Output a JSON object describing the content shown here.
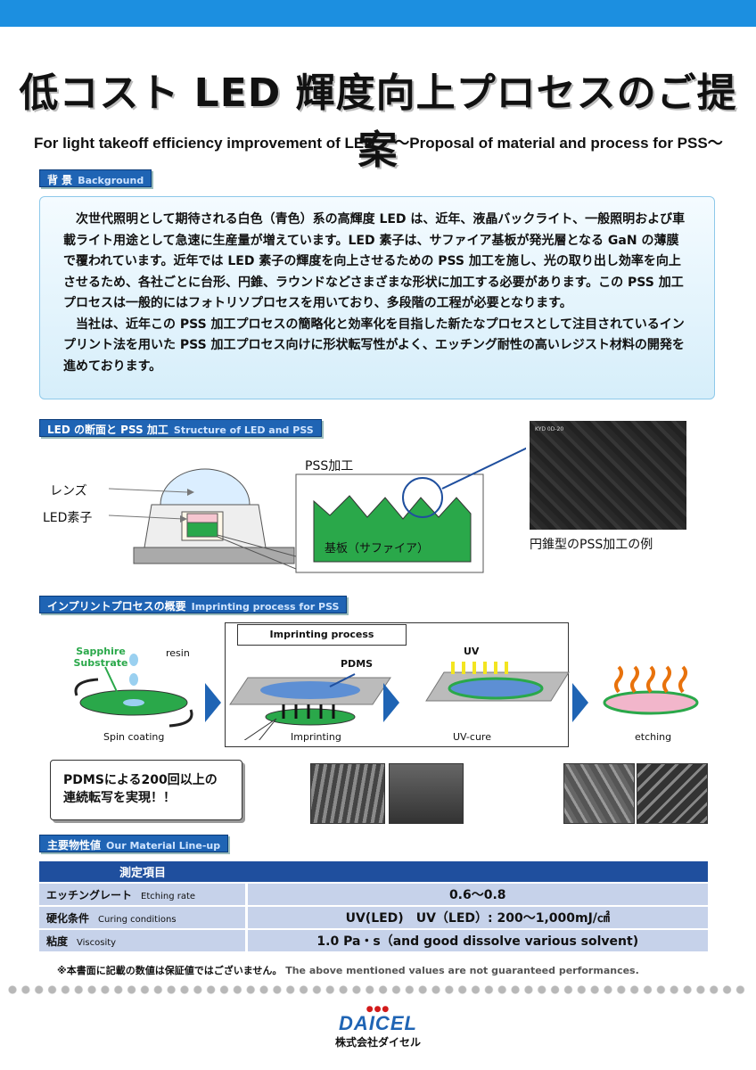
{
  "header": {
    "title": "低コスト LED 輝度向上プロセスのご提案",
    "subtitle": "For light takeoff efficiency improvement of LED.　～Proposal of material and process for PSS～"
  },
  "background": {
    "label_jp": "背 景",
    "label_en": "Background",
    "paragraphs": [
      "次世代照明として期待される白色（青色）系の高輝度 LED は、近年、液晶バックライト、一般照明および車載ライト用途として急速に生産量が増えています。LED 素子は、サファイア基板が発光層となる GaN の薄膜で覆われています。近年では LED 素子の輝度を向上させるための PSS 加工を施し、光の取り出し効率を向上させるため、各社ごとに台形、円錐、ラウンドなどさまざまな形状に加工する必要があります。この PSS 加工プロセスは一般的にはフォトリソプロセスを用いており、多段階の工程が必要となります。",
      "当社は、近年この PSS 加工プロセスの簡略化と効率化を目指した新たなプロセスとして注目されているインプリント法を用いた PSS 加工プロセス向けに形状転写性がよく、エッチング耐性の高いレジスト材料の開発を進めております。"
    ]
  },
  "structure": {
    "label_jp": "LED の断面と PSS 加工",
    "label_en": "Structure of LED and PSS",
    "lens": "レンズ",
    "led_chip": "LED素子",
    "pss": "PSS加工",
    "substrate": "基板（サファイア）",
    "example": "円錐型のPSS加工の例",
    "sem_mark": "KYD 0D-20"
  },
  "process": {
    "label_jp": "インプリントプロセスの概要",
    "label_en": "Imprinting process for PSS",
    "box_title": "Imprinting process",
    "sapphire": "Sapphire Substrate",
    "resin": "resin",
    "pdms": "PDMS",
    "uv": "UV",
    "step1": "Spin coating",
    "step2": "Imprinting",
    "step3": "UV-cure",
    "step4": "etching",
    "callout": "PDMSによる200回以上の連続転写を実現！！"
  },
  "materials": {
    "label_jp": "主要物性値",
    "label_en": "Our Material Line-up",
    "header": "測定項目",
    "rows": [
      {
        "jp": "エッチングレート",
        "en": "Etching rate",
        "value": "0.6～0.8"
      },
      {
        "jp": "硬化条件",
        "en": "Curing conditions",
        "value": "UV(LED)　UV（LED）: 200～1,000mJ/㎠"
      },
      {
        "jp": "粘度",
        "en": "Viscosity",
        "value": "1.0 Pa・s（and good dissolve various solvent)"
      }
    ]
  },
  "footer": {
    "note_jp": "※本書面に記載の数値は保証値ではございません。",
    "note_en": "The above mentioned values are not guaranteed performances.",
    "logo_dots": "●●●",
    "logo": "DAICEL",
    "company": "株式会社ダイセル"
  },
  "colors": {
    "accent": "#1f64b4",
    "topbar": "#1c8fe0",
    "substrate_green": "#2aa84a",
    "table_header": "#1f4f9e",
    "table_cell": "#c6d2ea"
  }
}
